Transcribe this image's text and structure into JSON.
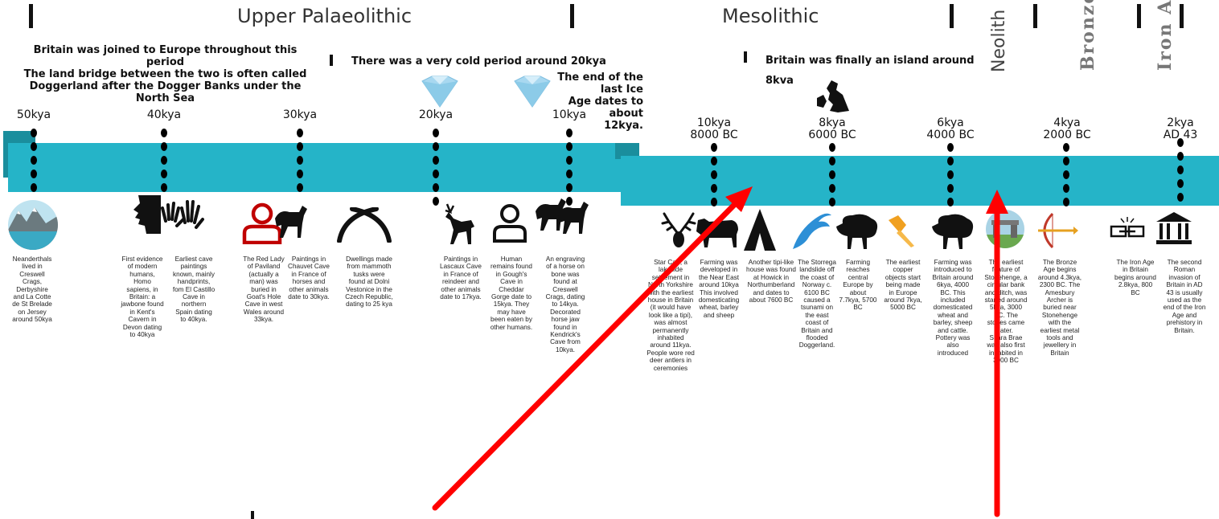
{
  "periods": {
    "upper_palaeolithic": "Upper Palaeolithic",
    "mesolithic": "Mesolithic",
    "neolithic": "Neolith",
    "bronze": "Bronze",
    "iron": "Iron A"
  },
  "notes": {
    "doggerland": "Britain was joined to Europe throughout this period\nThe land bridge between the two is often called\nDoggerland after the Dogger Banks under the North Sea",
    "cold_period": "There was a very cold period around 20kya",
    "ice_age": "The end of the last Ice\nAge dates to about\n12kya.",
    "island": "Britain was finally an island around",
    "island_date": "8kva"
  },
  "dates": {
    "d50": "50kya",
    "d40": "40kya",
    "d30": "30kya",
    "d20": "20kya",
    "d10": "10kya",
    "d10b": "10kya\n8000 BC",
    "d8": "8kya\n6000 BC",
    "d6": "6kya\n4000 BC",
    "d4": "4kya\n2000 BC",
    "d2": "2kya\nAD 43"
  },
  "captions": {
    "c1": "Neanderthals\nlived in\nCreswell\nCrags,\nDerbyshire\nand La Cotte\nde St Brelade\non Jersey\naround 50kya",
    "c2": "First evidence\nof modern\nhumans,\nHomo\nsapiens, in\nBritain: a\njawbone found\nin Kent's\nCavern in\nDevon dating\nto 40kya",
    "c3": "Earliest cave\npaintings\nknown, mainly\nhandprints,\nfom El Castillo\nCave in\nnorthern\nSpain dating\nto 40kya.",
    "c4": "The Red Lady\nof Paviland\n(actually a\nman) was\nburied in\nGoat's Hole\nCave in west\nWales around\n33kya.",
    "c5": "Paintings in\nChauvet Cave\nin France of\nhorses and\nother animals\ndate to 30kya.",
    "c6": "Dwellings made\nfrom mammoth\ntusks were\nfound at Dolni\nVestonice in the\nCzech Republic,\ndating to 25 kya",
    "c7": "Paintings in\nLascaux Cave\nin France of\nreindeer and\nother animals\ndate to 17kya.",
    "c8": "Human\nremains found\nin Gough's\nCave in\nCheddar\nGorge date to\n15kya. They\nmay have\nbeen eaten by\nother humans.",
    "c9": "An engraving\nof a horse on\nbone was\nfound at\nCreswell\nCrags, dating\nto 14kya.\nDecorated\nhorse jaw\nfound in\nKendrick's\nCave from\n10kya.",
    "c10": "Star Carr, a\nlakeside\nsettlement in\nNorth Yorkshire\nwith the earliest\nhouse in Britain\n(it would have\nlook like a tipi),\nwas almost\npermanently\ninhabited\naround 11kya.\nPeople wore red\ndeer antlers in\nceremonies",
    "c11": "Farming was\ndeveloped in\nthe Near East\naround 10kya\nThis involved\ndomesticating\nwheat, barley\nand sheep",
    "c12": "Another tipi-like\nhouse was found\nat Howick in\nNorthumberland\nand dates to\nabout 7600 BC",
    "c13": "The Storrega\nlandslide off\nthe coast of\nNorway c.\n6100 BC\ncaused a\ntsunami on\nthe east\ncoast of\nBritain and\nflooded\nDoggerland.",
    "c14": "Farming\nreaches\ncentral\nEurope by\nabout\n7.7kya, 5700\nBC",
    "c15": "The earliest\ncopper\nobjects start\nbeing made\nin Europe\naround 7kya,\n5000 BC",
    "c16": "Farming was\nintroduced to\nBritain around\n6kya, 4000\nBC. This\nincluded\ndomesticated\nwheat and\nbarley, sheep\nand cattle.\nPottery was\nalso\nintroduced",
    "c17": "The earliest\nfeature of\nStonehenge, a\ncircular bank\nand ditch, was\nstarted around\n5kya, 3000\nBC. The\nstones came\nlater.\nSkara Brae\nwas also first\ninhabited in\n3000 BC",
    "c18": "The Bronze\nAge begins\naround 4.3kya,\n2300 BC. The\nAmesbury\nArcher is\nburied near\nStonehenge\nwith the\nearliest metal\ntools and\njewellery in\nBritain",
    "c19": "The Iron Age\nin Britain\nbegins around\n2.8kya, 800\nBC",
    "c20": "The second\nRoman\ninvasion of\nBritain in AD\n43 is usually\nused as the\nend of the Iron\nAge and\nprehistory in\nBritain."
  },
  "colors": {
    "band": "#25b4c8",
    "band_dark": "#1a8e9d",
    "arrow": "#ff0000",
    "red_lady": "#c00000",
    "wave": "#2d8fd6",
    "axe": "#f0a020"
  }
}
